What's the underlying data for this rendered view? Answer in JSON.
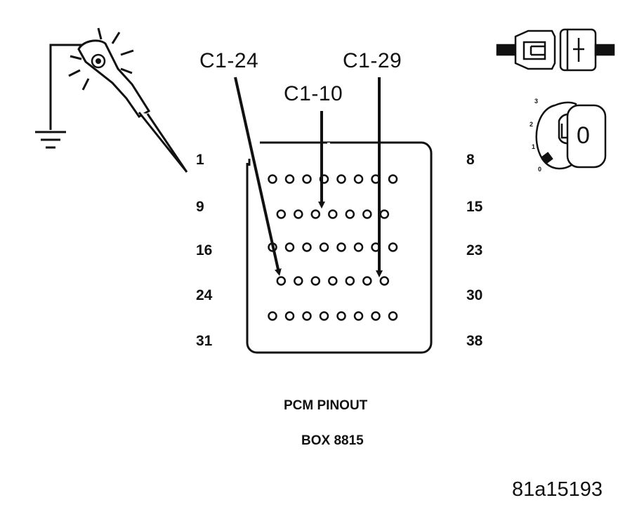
{
  "callouts": {
    "c1_24": "C1-24",
    "c1_10": "C1-10",
    "c1_29": "C1-29"
  },
  "pin_numbers": {
    "left": [
      "1",
      "9",
      "16",
      "24",
      "31"
    ],
    "right": [
      "8",
      "15",
      "23",
      "30",
      "38"
    ]
  },
  "connector": {
    "row_pin_counts": [
      8,
      7,
      8,
      7,
      8
    ],
    "probed_pins": [
      "C1-24",
      "C1-10",
      "C1-29"
    ]
  },
  "ignition_key": {
    "positions": [
      "3",
      "2",
      "1",
      "0"
    ],
    "key_label": "0"
  },
  "caption": {
    "line1": "PCM PINOUT",
    "line2": "BOX 8815"
  },
  "figure_id": "81a15193",
  "icons": [
    "test-light-probe-icon",
    "ground-symbol-icon",
    "connector-disconnected-icon",
    "ignition-key-icon"
  ],
  "colors": {
    "ink": "#111111",
    "background": "#ffffff"
  }
}
